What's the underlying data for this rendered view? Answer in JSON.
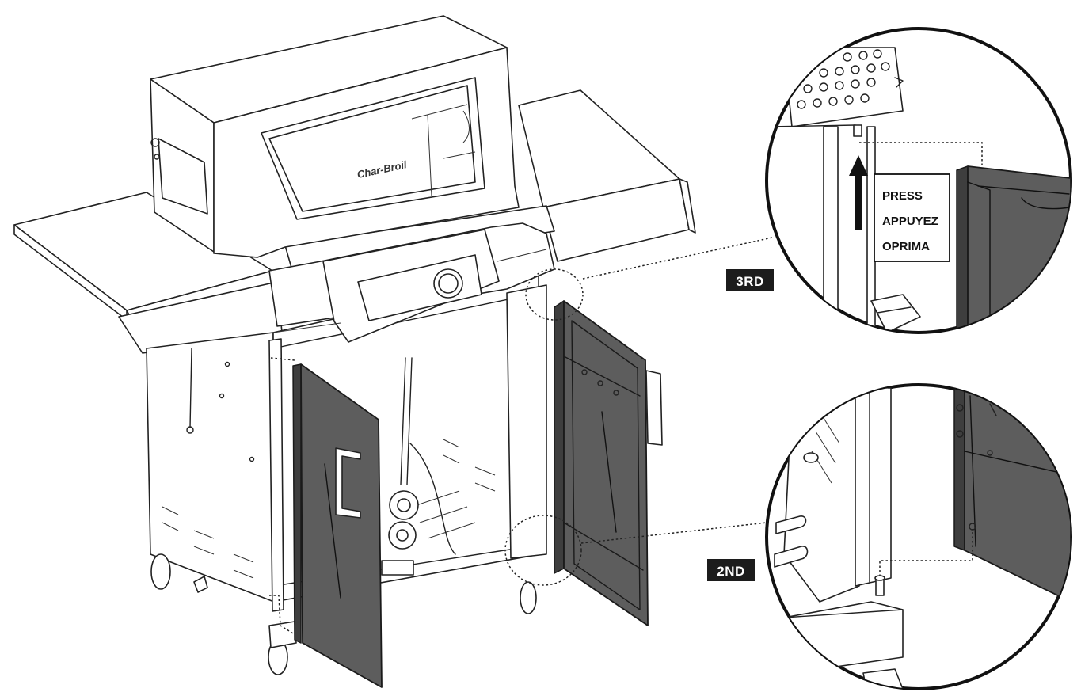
{
  "figure": {
    "grill_logo": "Char-Broil",
    "steps": [
      {
        "id": "third",
        "label": "3RD"
      },
      {
        "id": "second",
        "label": "2ND"
      }
    ],
    "instruction_lines": [
      "PRESS",
      "APPUYEZ",
      "OPRIMA"
    ]
  },
  "colors": {
    "door_panel": "#5d5d5d",
    "door_edge": "#3e3e3e",
    "outline": "#222222",
    "tag_background": "#1c1c1c"
  }
}
